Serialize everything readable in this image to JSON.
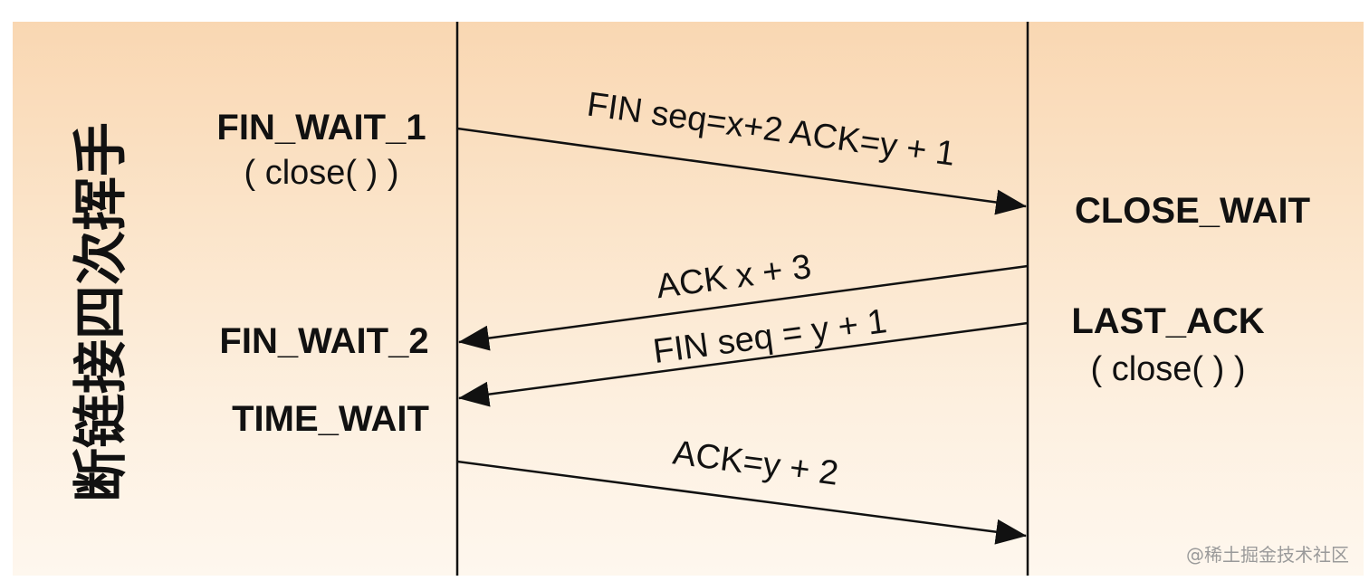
{
  "title": "断链接四次挥手",
  "left_states": {
    "fin_wait_1": "FIN_WAIT_1",
    "fin_wait_1_note": "( close( ) )",
    "fin_wait_2": "FIN_WAIT_2",
    "time_wait": "TIME_WAIT"
  },
  "right_states": {
    "close_wait": "CLOSE_WAIT",
    "last_ack": "LAST_ACK",
    "last_ack_note": "( close( ) )"
  },
  "messages": {
    "m1": "FIN seq=x+2 ACK=y + 1",
    "m2": "ACK x + 3",
    "m3": "FIN seq = y + 1",
    "m4": "ACK=y + 2"
  },
  "watermark": "@稀土掘金技术社区"
}
